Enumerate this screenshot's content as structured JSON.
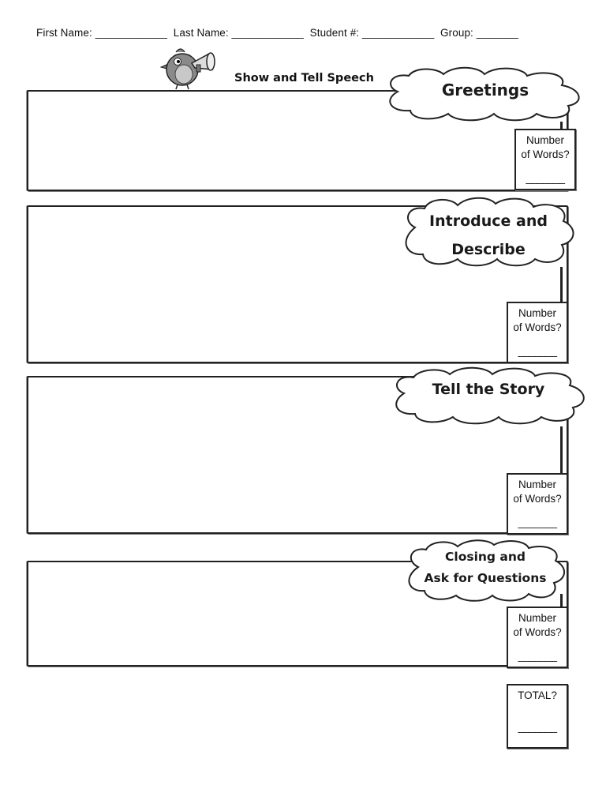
{
  "header": {
    "first_name_label": "First Name:",
    "first_name_blank": "____________",
    "last_name_label": "Last Name:",
    "last_name_blank": "____________",
    "student_label": "Student #:",
    "student_blank": "____________",
    "group_label": "Group:",
    "group_blank": "_______"
  },
  "title": "Show and Tell Speech",
  "icons": {
    "mascot": "bird-with-megaphone-icon"
  },
  "sections": [
    {
      "heading_line1": "Greetings",
      "heading_line2": ""
    },
    {
      "heading_line1": "Introduce and",
      "heading_line2": "Describe"
    },
    {
      "heading_line1": "Tell the Story",
      "heading_line2": ""
    },
    {
      "heading_line1": "Closing and",
      "heading_line2": "Ask for Questions"
    }
  ],
  "word_count": {
    "label_line1": "Number",
    "label_line2": "of Words?",
    "blank": "_______"
  },
  "total": {
    "label": "TOTAL?",
    "blank": "_______"
  }
}
